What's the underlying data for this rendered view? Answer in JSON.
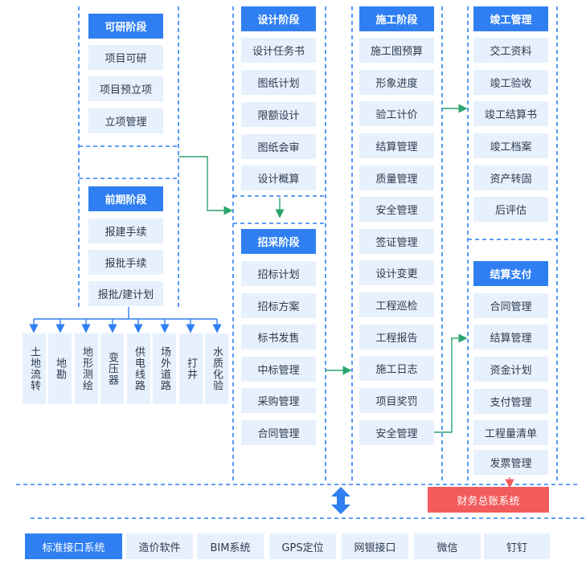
{
  "feasibility": {
    "title": "可研阶段",
    "items": [
      "项目可研",
      "项目预立项",
      "立项管理"
    ]
  },
  "preliminary": {
    "title": "前期阶段",
    "items": [
      "报建手续",
      "报批手续",
      "报批/建计划"
    ]
  },
  "preliminary_sub": [
    "土地流转",
    "地勘",
    "地形测绘",
    "变压器",
    "供电线路",
    "场外道路",
    "打井",
    "水质化验"
  ],
  "design": {
    "title": "设计阶段",
    "items": [
      "设计任务书",
      "图纸计划",
      "限额设计",
      "图纸会审",
      "设计概算"
    ]
  },
  "procurement": {
    "title": "招采阶段",
    "items": [
      "招标计划",
      "招标方案",
      "标书发售",
      "中标管理",
      "采购管理",
      "合同管理"
    ]
  },
  "construction": {
    "title": "施工阶段",
    "items": [
      "施工图预算",
      "形象进度",
      "验工计价",
      "结算管理",
      "质量管理",
      "安全管理",
      "签证管理",
      "设计变更",
      "工程巡检",
      "工程报告",
      "施工日志",
      "项目奖罚",
      "安全管理"
    ]
  },
  "completion": {
    "title": "竣工管理",
    "items": [
      "交工资料",
      "竣工验收",
      "竣工结算书",
      "竣工档案",
      "资产转固",
      "后评估"
    ]
  },
  "settlement": {
    "title": "结算支付",
    "items": [
      "合同管理",
      "结算管理",
      "资金计划",
      "支付管理",
      "工程量清单",
      "发票管理"
    ]
  },
  "finance": "财务总账系统",
  "integrations": [
    "标准接口系统",
    "造价软件",
    "BIM系统",
    "GPS定位",
    "网银接口",
    "微信",
    "钉钉"
  ]
}
